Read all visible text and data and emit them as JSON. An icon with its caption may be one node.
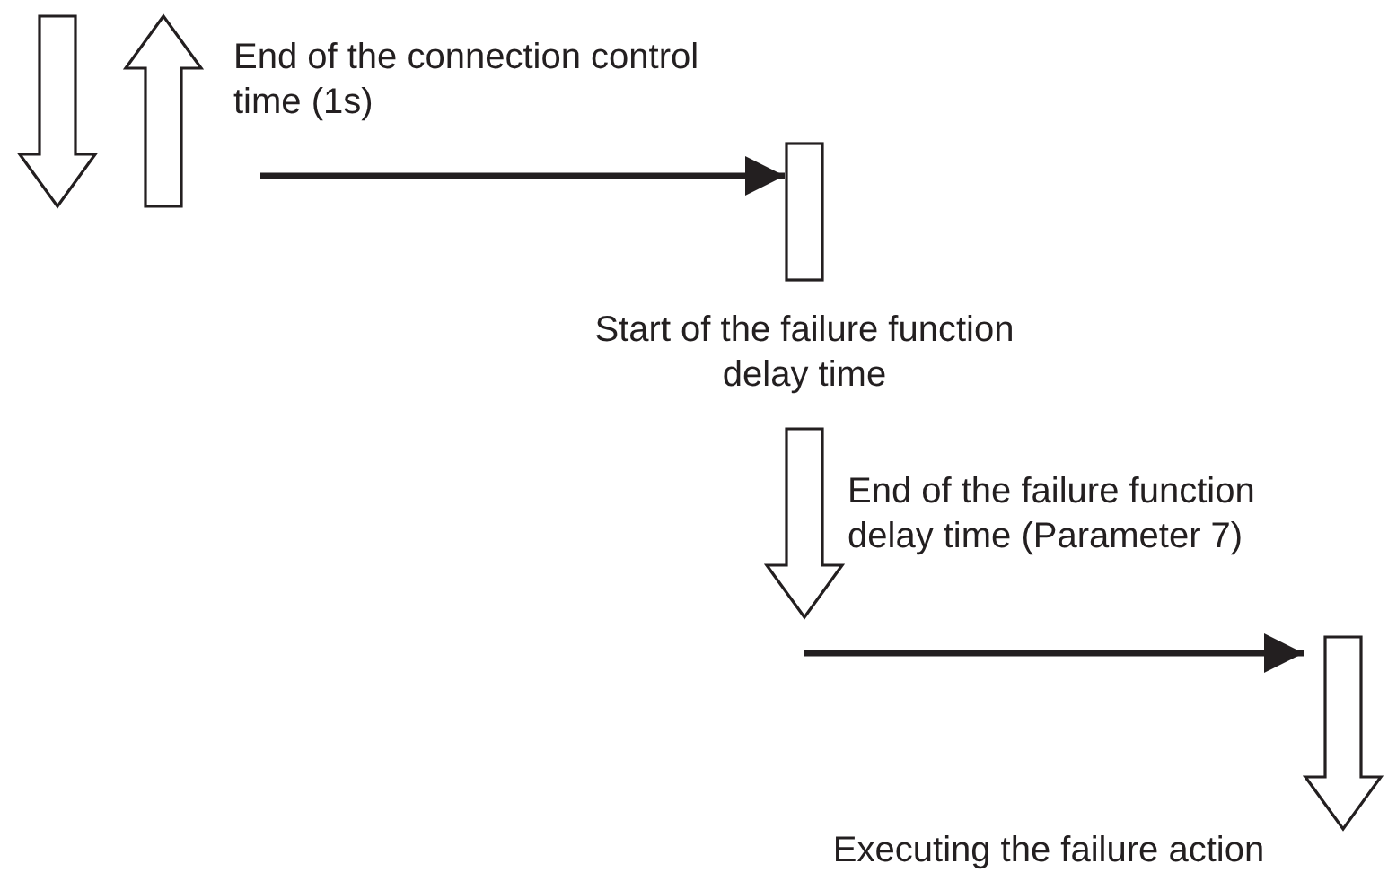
{
  "diagram": {
    "nodes": [
      {
        "text": [],
        "shape": "arrow"
      },
      {
        "text": [],
        "shape": "arrow",
        "beside": [
          "End of the connection control time (1s)"
        ]
      },
      {
        "text": [],
        "shape": "bar",
        "beside": [
          "Start of the failure function delay time"
        ]
      },
      {
        "text": [],
        "shape": "arrow",
        "beside": [
          "End of the failure function delay time (Parameter 7)"
        ]
      },
      {
        "text": [],
        "shape": "arrow",
        "beside": [
          "Executing the failure action"
        ]
      }
    ],
    "edges": [
      {
        "from": null,
        "to": 2,
        "arrow": "to"
      },
      {
        "from": null,
        "to": 4,
        "arrow": "to"
      }
    ]
  }
}
